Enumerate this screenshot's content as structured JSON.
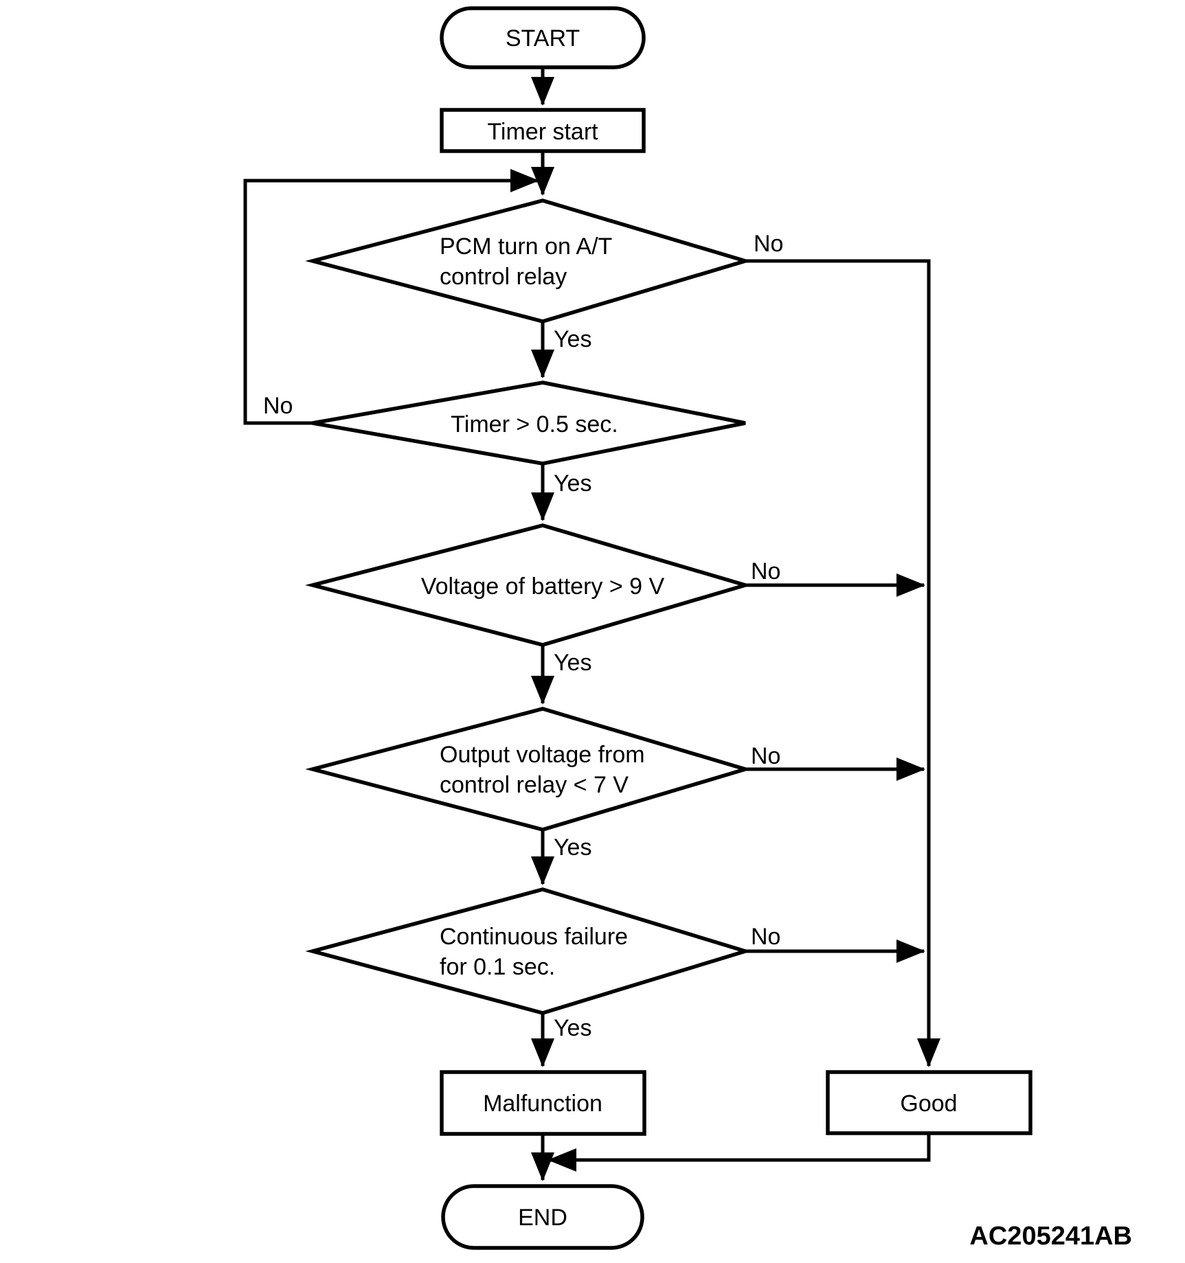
{
  "diagram": {
    "nodes": {
      "start": "START",
      "timer_start": "Timer start",
      "decision_pcm_relay": {
        "line1": "PCM turn on A/T",
        "line2": "control relay"
      },
      "decision_timer": "Timer > 0.5 sec.",
      "decision_battery": "Voltage of battery > 9 V",
      "decision_output_voltage": {
        "line1": "Output voltage from",
        "line2": "control relay < 7 V"
      },
      "decision_continuous_failure": {
        "line1": "Continuous failure",
        "line2": "for 0.1 sec."
      },
      "malfunction": "Malfunction",
      "good": "Good",
      "end": "END"
    },
    "edge_labels": {
      "pcm_relay_yes": "Yes",
      "pcm_relay_no": "No",
      "timer_yes": "Yes",
      "timer_no": "No",
      "battery_yes": "Yes",
      "battery_no": "No",
      "output_voltage_yes": "Yes",
      "output_voltage_no": "No",
      "continuous_failure_yes": "Yes",
      "continuous_failure_no": "No"
    },
    "watermark": "AC205241AB",
    "colors": {
      "line": "#000000",
      "background": "#ffffff",
      "text": "#000000"
    }
  }
}
